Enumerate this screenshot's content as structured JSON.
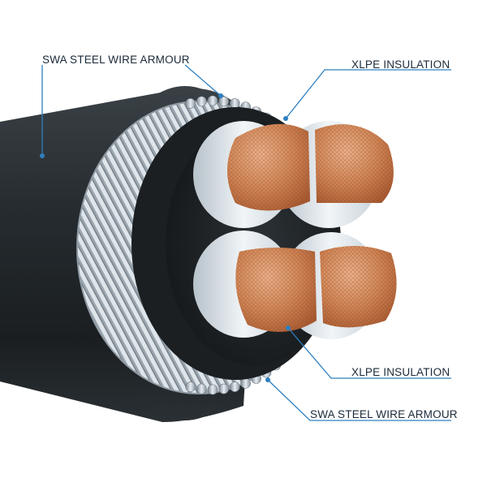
{
  "labels": {
    "top_left": "SWA STEEL WIRE ARMOUR",
    "top_right": "XLPE INSULATION",
    "bottom_middle": "XLPE INSULATION",
    "bottom_right": "SWA STEEL WIRE ARMOUR"
  },
  "colors": {
    "label_text": "#1b2a3a",
    "leader_line": "#2e7fc0",
    "leader_dot": "#2e7fc0",
    "outer_sheath": "#1e2327",
    "armour_wire": "#b9c3cc",
    "copper": "#c9774a",
    "xlpe": "#e4ecf2"
  }
}
